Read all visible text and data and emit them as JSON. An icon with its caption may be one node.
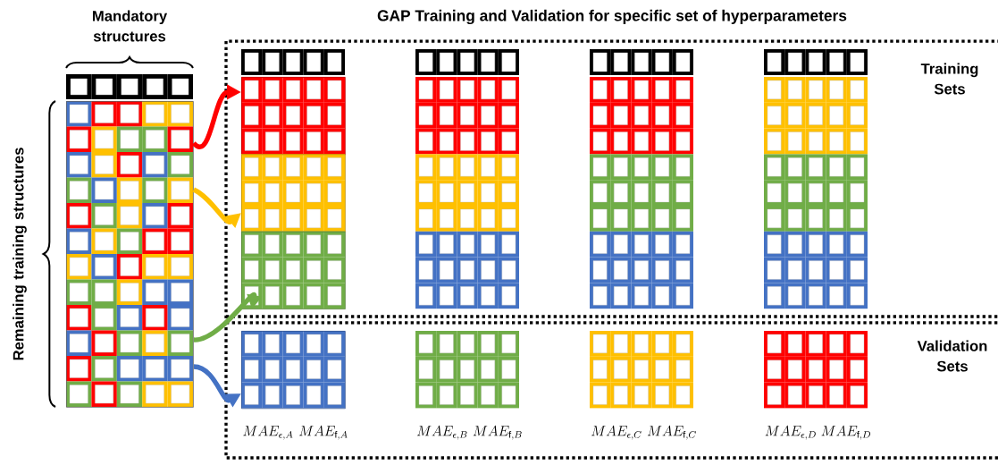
{
  "diagram": {
    "title": "GAP Training and Validation for specific set of hyperparameters",
    "nodes": [
      {
        "text": [],
        "shape": "box"
      },
      {
        "text": [],
        "shape": "box"
      },
      {
        "text": [],
        "shape": "box"
      },
      {
        "text": [],
        "shape": "box"
      },
      {
        "text": [],
        "shape": "box"
      }
    ],
    "edges": [
      {
        "from": 0,
        "to": 1,
        "arrow": "to",
        "color": "#ff0000"
      },
      {
        "from": 0,
        "to": 2,
        "arrow": "to",
        "color": "#ffc000"
      },
      {
        "from": 0,
        "to": 3,
        "arrow": "to",
        "color": "#70ad47"
      },
      {
        "from": 0,
        "to": 4,
        "arrow": "to",
        "color": "#4472c4"
      }
    ],
    "labels": [
      "Mandatory structures",
      "Training Sets",
      "Remaining training structures",
      "Validation Sets",
      "MAE_{\\epsilon,A}",
      "MAE_{\\mathrm{f},A}",
      "MAE_{\\epsilon,B}",
      "MAE_{\\mathrm{f},B}",
      "MAE_{\\epsilon,C}",
      "MAE_{\\mathrm{f},C}",
      "MAE_{\\epsilon,D}",
      "MAE_{\\mathrm{f},D}"
    ]
  }
}
